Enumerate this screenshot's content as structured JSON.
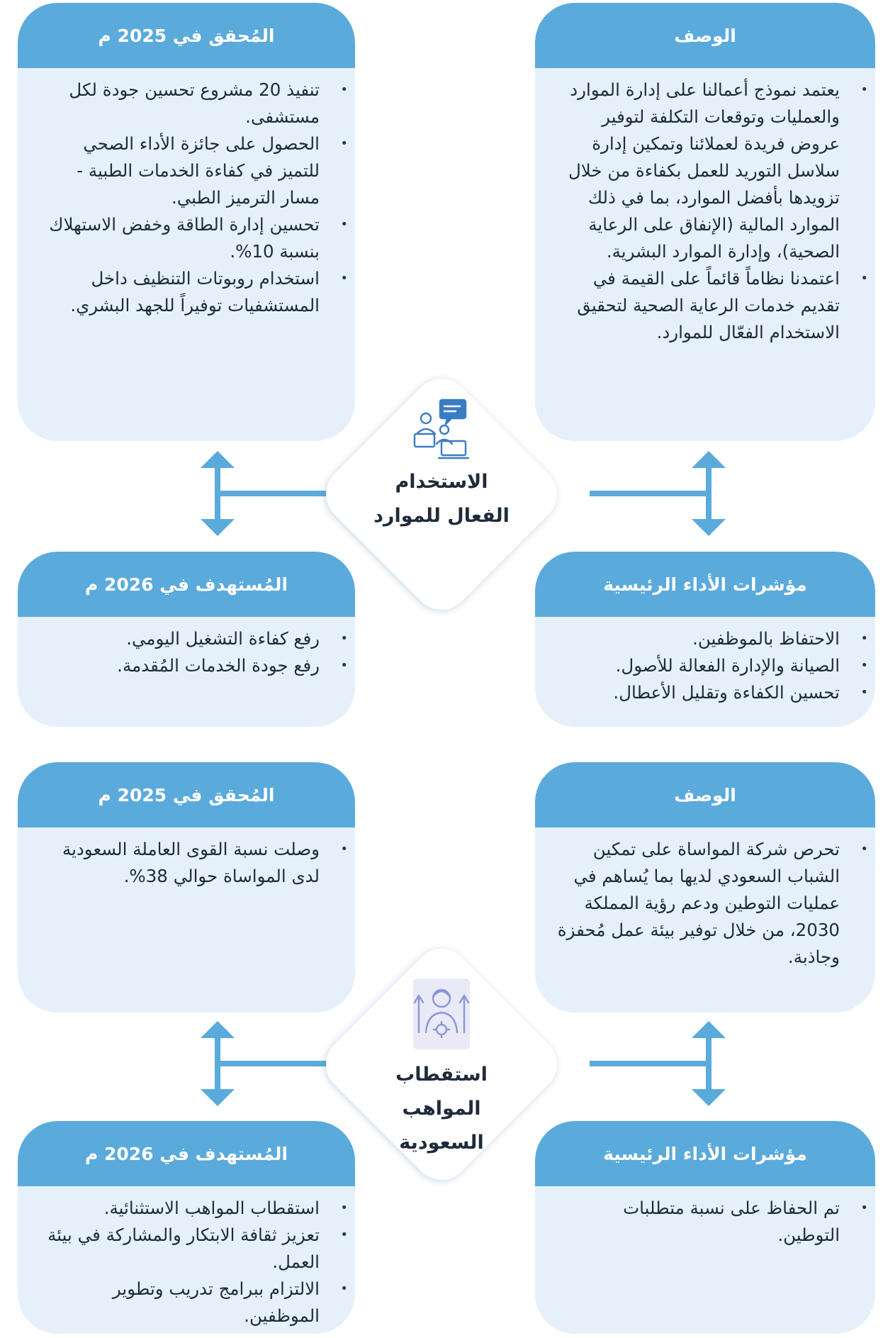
{
  "colors": {
    "accent": "#5aaadc",
    "card_bg": "#e6f0fa",
    "text": "#1f2b3a"
  },
  "sections": [
    {
      "center": {
        "label": "الاستخدام الفعال للموارد",
        "icon": "people-meeting-icon"
      },
      "description": {
        "title": "الوصف",
        "items": [
          "يعتمد نموذج أعمالنا على إدارة الموارد والعمليات وتوقعات التكلفة لتوفير عروض فريدة لعملائنا وتمكين إدارة سلاسل التوريد للعمل بكفاءة من خلال تزويدها بأفضل الموارد، بما في ذلك الموارد المالية (الإنفاق على الرعاية الصحية)، وإدارة الموارد البشرية.",
          "اعتمدنا نظاماً قائماً على القيمة في تقديم خدمات الرعاية الصحية لتحقيق الاستخدام الفعّال للموارد."
        ]
      },
      "achieved": {
        "title": "المُحقق في 2025 م",
        "items": [
          "تنفيذ 20 مشروع تحسين جودة لكل مستشفى.",
          "الحصول على جائزة الأداء الصحي للتميز في كفاءة الخدمات الطبية - مسار الترميز الطبي.",
          "تحسين إدارة الطاقة وخفض الاستهلاك بنسبة 10%.",
          "استخدام روبوتات التنظيف داخل المستشفيات توفيراً للجهد البشري."
        ]
      },
      "kpis": {
        "title": "مؤشرات الأداء الرئيسية",
        "items": [
          "الاحتفاظ بالموظفين.",
          "الصيانة والإدارة الفعالة للأصول.",
          "تحسين الكفاءة وتقليل الأعطال."
        ]
      },
      "target": {
        "title": "المُستهدف في 2026 م",
        "items": [
          "رفع كفاءة التشغيل اليومي.",
          "رفع جودة الخدمات المُقدمة."
        ]
      }
    },
    {
      "center": {
        "label": "استقطاب المواهب السعودية",
        "icon": "talent-growth-icon"
      },
      "description": {
        "title": "الوصف",
        "items": [
          "تحرص شركة المواساة على تمكين الشباب السعودي لديها بما يُساهم في عمليات التوطين ودعم رؤية المملكة 2030، من خلال توفير بيئة عمل مُحفزة وجاذبة."
        ]
      },
      "achieved": {
        "title": "المُحقق في 2025 م",
        "items": [
          "وصلت نسبة القوى العاملة السعودية لدى المواساة حوالي 38%."
        ]
      },
      "kpis": {
        "title": "مؤشرات الأداء الرئيسية",
        "items": [
          "تم الحفاظ على نسبة متطلبات التوطين."
        ]
      },
      "target": {
        "title": "المُستهدف في 2026 م",
        "items": [
          "استقطاب المواهب الاستثنائية.",
          "تعزيز ثقافة الابتكار والمشاركة في بيئة العمل.",
          "الالتزام ببرامج تدريب وتطوير الموظفين."
        ]
      }
    }
  ]
}
